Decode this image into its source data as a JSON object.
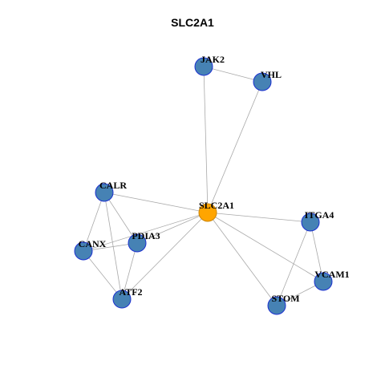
{
  "title": "SLC2A1",
  "colors": {
    "hub_fill": "#FFA500",
    "hub_stroke": "#CC8400",
    "node_fill": "#4682B4",
    "node_stroke": "#1C31D0",
    "edge": "#A9A9A9"
  },
  "nodes": [
    {
      "id": "SLC2A1",
      "label": "SLC2A1",
      "hub": true
    },
    {
      "id": "JAK2",
      "label": "JAK2",
      "hub": false
    },
    {
      "id": "VHL",
      "label": "VHL",
      "hub": false
    },
    {
      "id": "CALR",
      "label": "CALR",
      "hub": false
    },
    {
      "id": "PDIA3",
      "label": "PDIA3",
      "hub": false
    },
    {
      "id": "CANX",
      "label": "CANX",
      "hub": false
    },
    {
      "id": "ATF2",
      "label": "ATF2",
      "hub": false
    },
    {
      "id": "ITGA4",
      "label": "ITGA4",
      "hub": false
    },
    {
      "id": "VCAM1",
      "label": "VCAM1",
      "hub": false
    },
    {
      "id": "STOM",
      "label": "STOM",
      "hub": false
    }
  ],
  "edges": [
    [
      "SLC2A1",
      "JAK2"
    ],
    [
      "SLC2A1",
      "VHL"
    ],
    [
      "JAK2",
      "VHL"
    ],
    [
      "SLC2A1",
      "CALR"
    ],
    [
      "SLC2A1",
      "PDIA3"
    ],
    [
      "SLC2A1",
      "CANX"
    ],
    [
      "SLC2A1",
      "ATF2"
    ],
    [
      "SLC2A1",
      "ITGA4"
    ],
    [
      "SLC2A1",
      "VCAM1"
    ],
    [
      "SLC2A1",
      "STOM"
    ],
    [
      "CALR",
      "CANX"
    ],
    [
      "CALR",
      "PDIA3"
    ],
    [
      "CALR",
      "ATF2"
    ],
    [
      "CANX",
      "PDIA3"
    ],
    [
      "CANX",
      "ATF2"
    ],
    [
      "PDIA3",
      "ATF2"
    ],
    [
      "ITGA4",
      "VCAM1"
    ],
    [
      "ITGA4",
      "STOM"
    ],
    [
      "VCAM1",
      "STOM"
    ]
  ]
}
